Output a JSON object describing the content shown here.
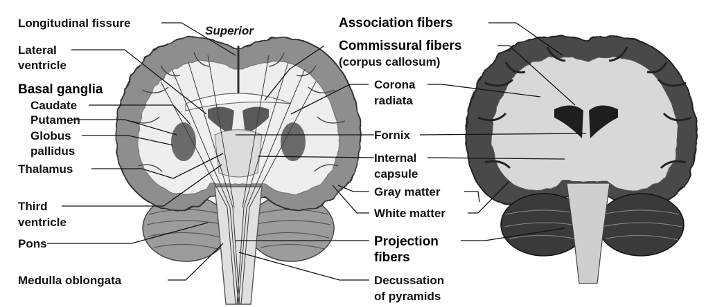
{
  "labels": {
    "longitudinal_fissure": "Longitudinal fissure",
    "superior": "Superior",
    "lateral_1": "Lateral",
    "lateral_2": "ventricle",
    "basal_ganglia": "Basal ganglia",
    "caudate": "Caudate",
    "putamen": "Putamen",
    "globus_1": "Globus",
    "globus_2": "pallidus",
    "thalamus": "Thalamus",
    "third_1": "Third",
    "third_2": "ventricle",
    "pons": "Pons",
    "medulla": "Medulla oblongata",
    "association": "Association fibers",
    "commissural_1": "Commissural fibers",
    "commissural_2": "(corpus callosum)",
    "corona_1": "Corona",
    "corona_2": "radiata",
    "fornix": "Fornix",
    "internal_1": "Internal",
    "internal_2": "capsule",
    "gray_matter": "Gray matter",
    "white_matter": "White matter",
    "projection_1": "Projection",
    "projection_2": "fibers",
    "decussation_1": "Decussation",
    "decussation_2": "of pyramids"
  },
  "colors": {
    "cortex": "#8e8e8e",
    "white_matter": "#eeeeee",
    "deep_gray": "#6a6a6a",
    "photo_dark": "#2a2a2a"
  }
}
